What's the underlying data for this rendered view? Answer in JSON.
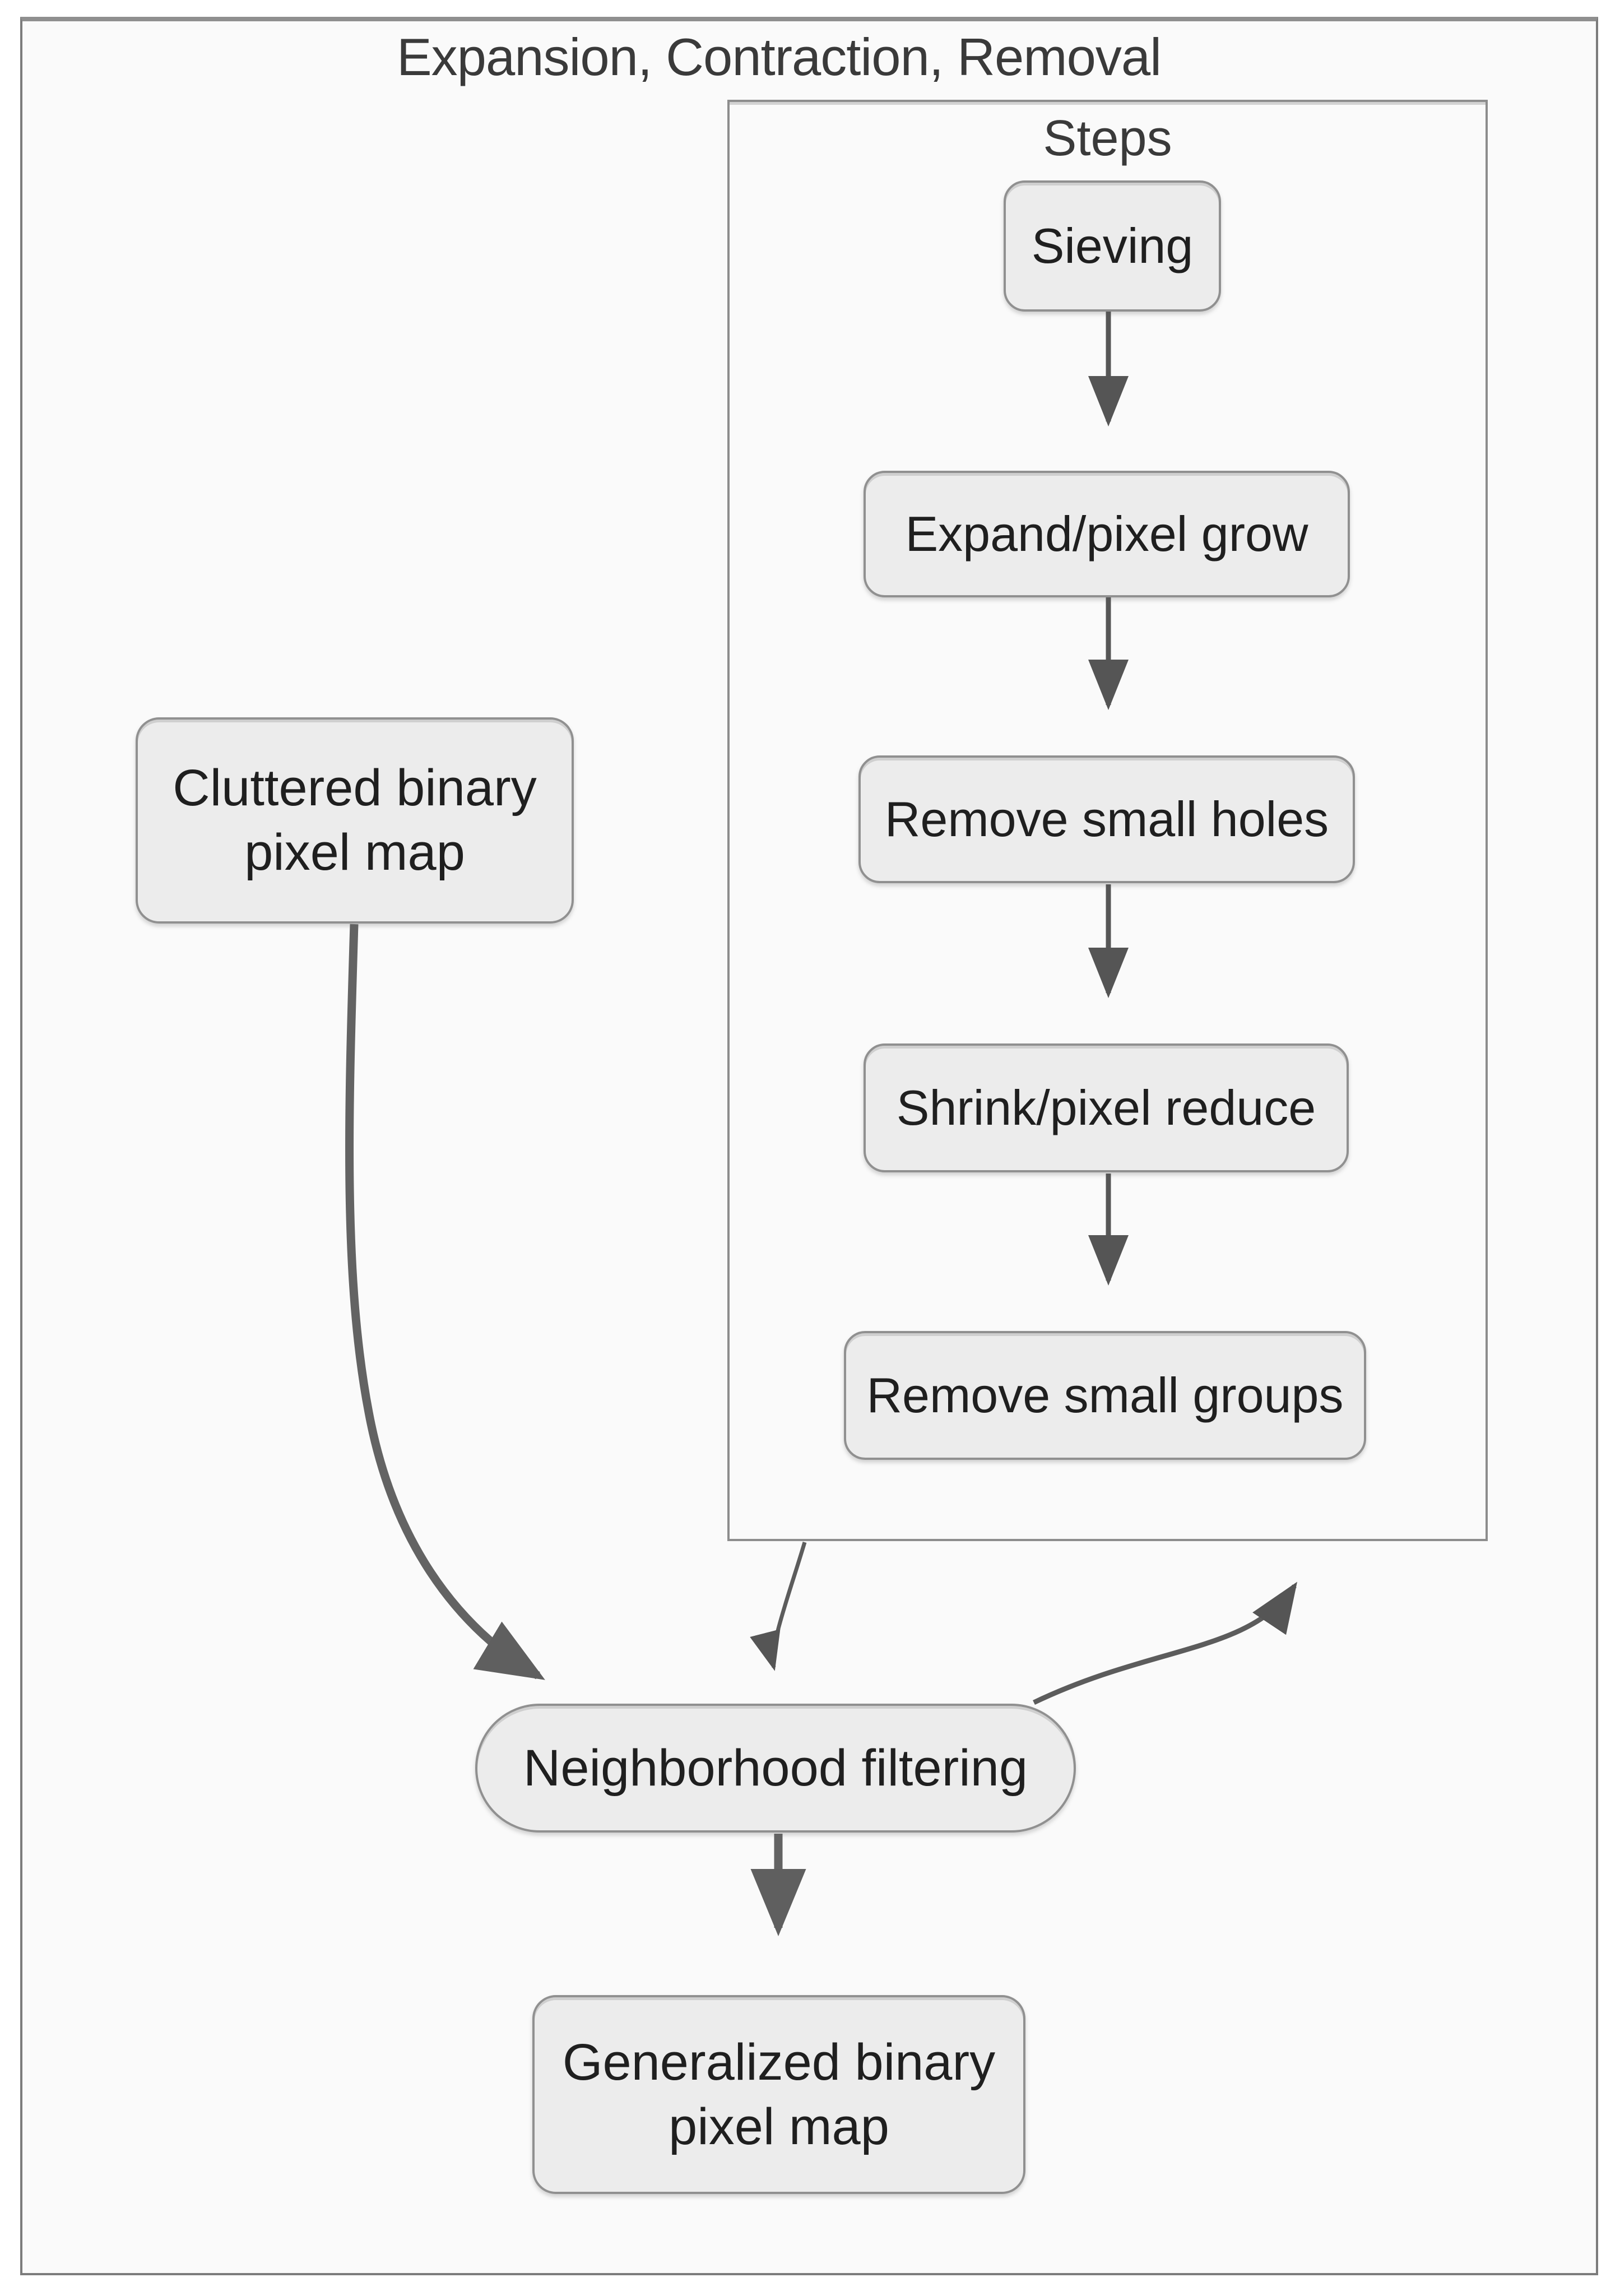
{
  "diagram": {
    "title": "Expansion, Contraction, Removal",
    "steps_panel": {
      "label": "Steps",
      "items": [
        {
          "label": "Sieving"
        },
        {
          "label": "Expand/pixel grow"
        },
        {
          "label": "Remove small holes"
        },
        {
          "label": "Shrink/pixel reduce"
        },
        {
          "label": "Remove small groups"
        }
      ]
    },
    "input_node": {
      "label": "Cluttered binary\npixel map"
    },
    "hub_node": {
      "label": "Neighborhood filtering"
    },
    "output_node": {
      "label": "Generalized binary\npixel map"
    },
    "colors": {
      "node_fill": "#ececec",
      "node_border": "#909090",
      "frame_border": "#7c7c7c",
      "arrow": "#5c5c5c",
      "text": "#1f1f1f",
      "title_text": "#3a3a3a",
      "background": "#fafafa"
    }
  }
}
